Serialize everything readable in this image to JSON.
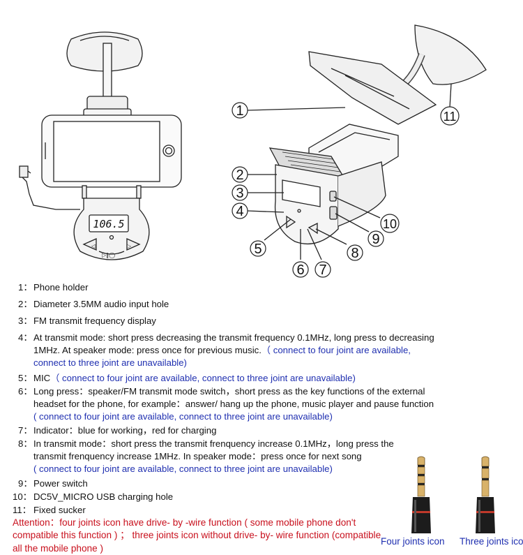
{
  "callouts": [
    "1",
    "2",
    "3",
    "4",
    "5",
    "6",
    "7",
    "8",
    "9",
    "10",
    "11"
  ],
  "display_value": "106.5",
  "items": [
    {
      "num": "1：",
      "text": "Phone holder",
      "note": ""
    },
    {
      "num": "2：",
      "text": "Diameter 3.5MM audio input hole",
      "note": ""
    },
    {
      "num": "3：",
      "text": "FM transmit frequency display",
      "note": ""
    },
    {
      "num": "4：",
      "text": "At transmit mode: short press decreasing the transmit frequency 0.1MHz, long press to decreasing 1MHz. At speaker mode: press once for previous music.",
      "note": "（ connect to four joint are available, connect to three joint are unavailable)"
    },
    {
      "num": "5：",
      "text": "MIC",
      "note": "（ connect to four joint are available, connect to three joint are unavailable)"
    },
    {
      "num": "6：",
      "text": "Long press：speaker/FM transmit mode switch，short press as the key functions of the external headset for the phone, for example：answer/ hang up the phone, music player and pause function",
      "note": "( connect to four joint are available, connect to three joint are unavailable)"
    },
    {
      "num": "7：",
      "text": "Indicator：blue for working，red for charging",
      "note": ""
    },
    {
      "num": "8：",
      "text": "In transmit mode：short press the transmit frenquency increase 0.1MHz，long press the transmit frenquency increase 1MHz. In speaker mode：press once for next song",
      "note": "( connect to four joint are available, connect to three joint are unavailable)"
    },
    {
      "num": "9：",
      "text": "Power switch",
      "note": ""
    },
    {
      "num": "10：",
      "text": "DC5V_MICRO USB charging hole",
      "note": ""
    },
    {
      "num": "11：",
      "text": "Fixed sucker",
      "note": ""
    }
  ],
  "attention": "Attention：four joints icon have drive- by -wire function ( some mobile phone don't compatible this function ) ； three joints icon without drive- by- wire function (compatible all the mobile phone )",
  "jacks": {
    "four_label": "Four joints icon",
    "three_label": "Three joints icon"
  },
  "colors": {
    "note_blue": "#1f2fb0",
    "attention_red": "#c8101d",
    "jack_gold": "#d8b26a",
    "jack_ring": "#c0392b"
  }
}
